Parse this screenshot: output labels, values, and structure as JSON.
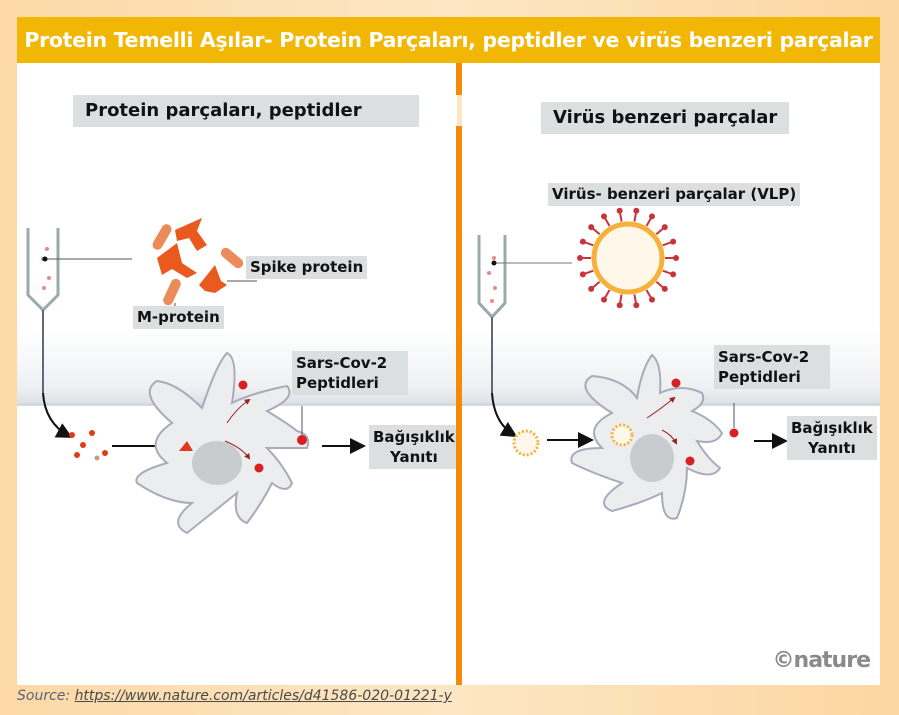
{
  "title": "Protein Temelli Aşılar- Protein Parçaları, peptidler ve virüs benzeri parçalar",
  "left_panel": {
    "header": "Protein parçaları, peptidler",
    "spike_label": "Spike protein",
    "m_label": "M-protein",
    "peptides_label_1": "Sars-Cov-2",
    "peptides_label_2": "Peptidleri",
    "immune_label_1": "Bağışıklık",
    "immune_label_2": "Yanıtı"
  },
  "right_panel": {
    "header": "Virüs benzeri parçalar",
    "vlp_label": "Virüs- benzeri parçalar (VLP)",
    "peptides_label_1": "Sars-Cov-2",
    "peptides_label_2": "Peptidleri",
    "immune_label_1": "Bağışıklık",
    "immune_label_2": "Yanıtı",
    "credit": "©nature"
  },
  "source": {
    "prefix": "Source: ",
    "url": "https://www.nature.com/articles/d41586-020-01221-y"
  },
  "colors": {
    "title_bar": "#f2b705",
    "divider": "#f58a07",
    "protein": "#e8541c",
    "vlp_ring": "#f5b13a"
  }
}
